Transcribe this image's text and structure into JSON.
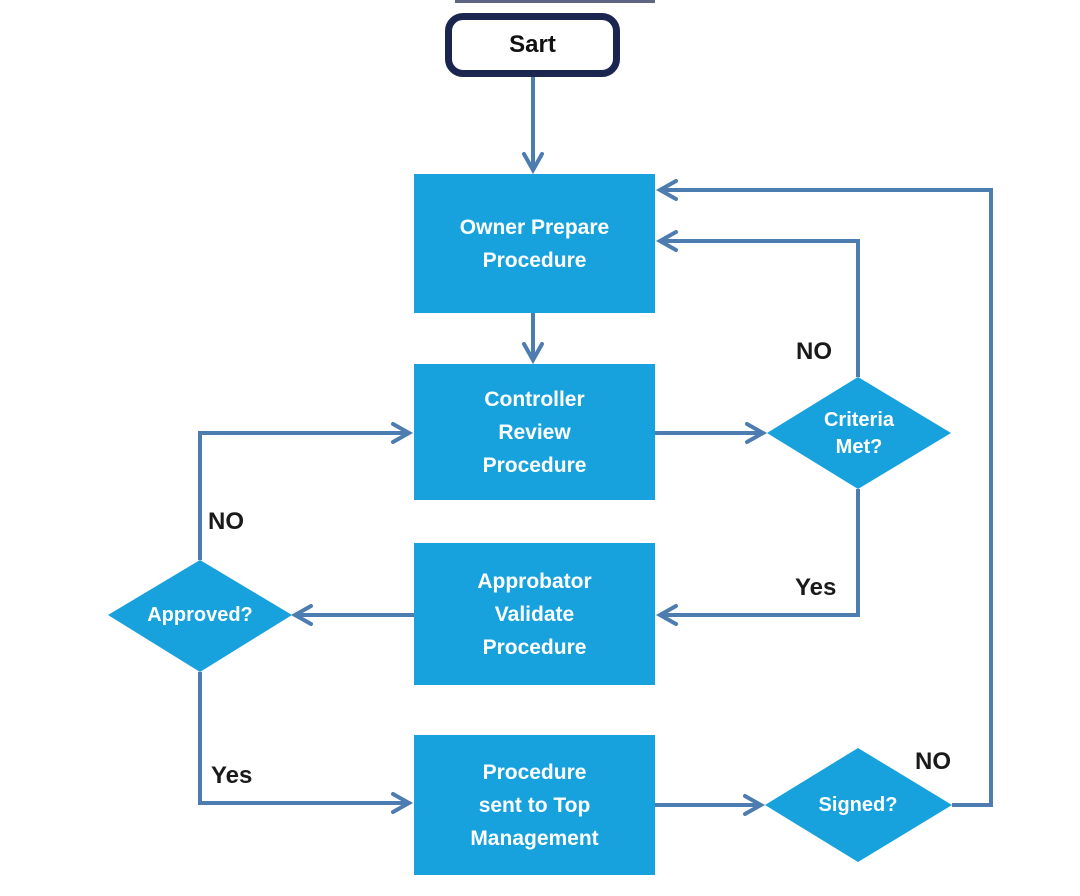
{
  "diagram": {
    "type": "flowchart",
    "colors": {
      "bg": "#ffffff",
      "node_fill": "#17a2de",
      "node_text": "#ffffff",
      "connector": "#4d7cb0",
      "start_border": "#1a2550",
      "label_text": "#1a1a1a"
    },
    "nodes": {
      "start": {
        "label": "Sart"
      },
      "owner": {
        "lines": [
          "Owner Prepare",
          "Procedure"
        ]
      },
      "controller": {
        "lines": [
          "Controller",
          "Review",
          "Procedure"
        ]
      },
      "approbator": {
        "lines": [
          "Approbator",
          "Validate",
          "Procedure"
        ]
      },
      "top_management": {
        "lines": [
          "Procedure",
          "sent to Top",
          "Management"
        ]
      },
      "criteria": {
        "lines": [
          "Criteria",
          "Met?"
        ]
      },
      "approved": {
        "label": "Approved?"
      },
      "signed": {
        "label": "Signed?"
      }
    },
    "edge_labels": {
      "criteria_no": "NO",
      "criteria_yes": "Yes",
      "approved_no": "NO",
      "approved_yes": "Yes",
      "signed_no": "NO"
    },
    "edges": [
      {
        "from": "start",
        "to": "owner"
      },
      {
        "from": "owner",
        "to": "controller"
      },
      {
        "from": "controller",
        "to": "criteria"
      },
      {
        "from": "criteria",
        "to": "owner",
        "label": "NO"
      },
      {
        "from": "criteria",
        "to": "approbator",
        "label": "Yes"
      },
      {
        "from": "approbator",
        "to": "approved"
      },
      {
        "from": "approved",
        "to": "controller",
        "label": "NO"
      },
      {
        "from": "approved",
        "to": "top_management",
        "label": "Yes"
      },
      {
        "from": "top_management",
        "to": "signed"
      },
      {
        "from": "signed",
        "to": "owner",
        "label": "NO"
      }
    ]
  }
}
